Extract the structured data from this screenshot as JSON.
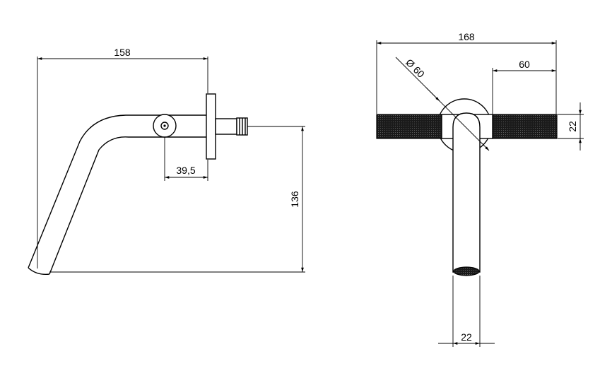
{
  "side_view": {
    "dims": {
      "overall_width": "158",
      "height": "136",
      "offset": "39,5"
    }
  },
  "front_view": {
    "dims": {
      "overall_width": "168",
      "handle_length": "60",
      "rosette_diameter": "Ø 60",
      "handle_height": "22",
      "spout_diameter": "22"
    }
  }
}
